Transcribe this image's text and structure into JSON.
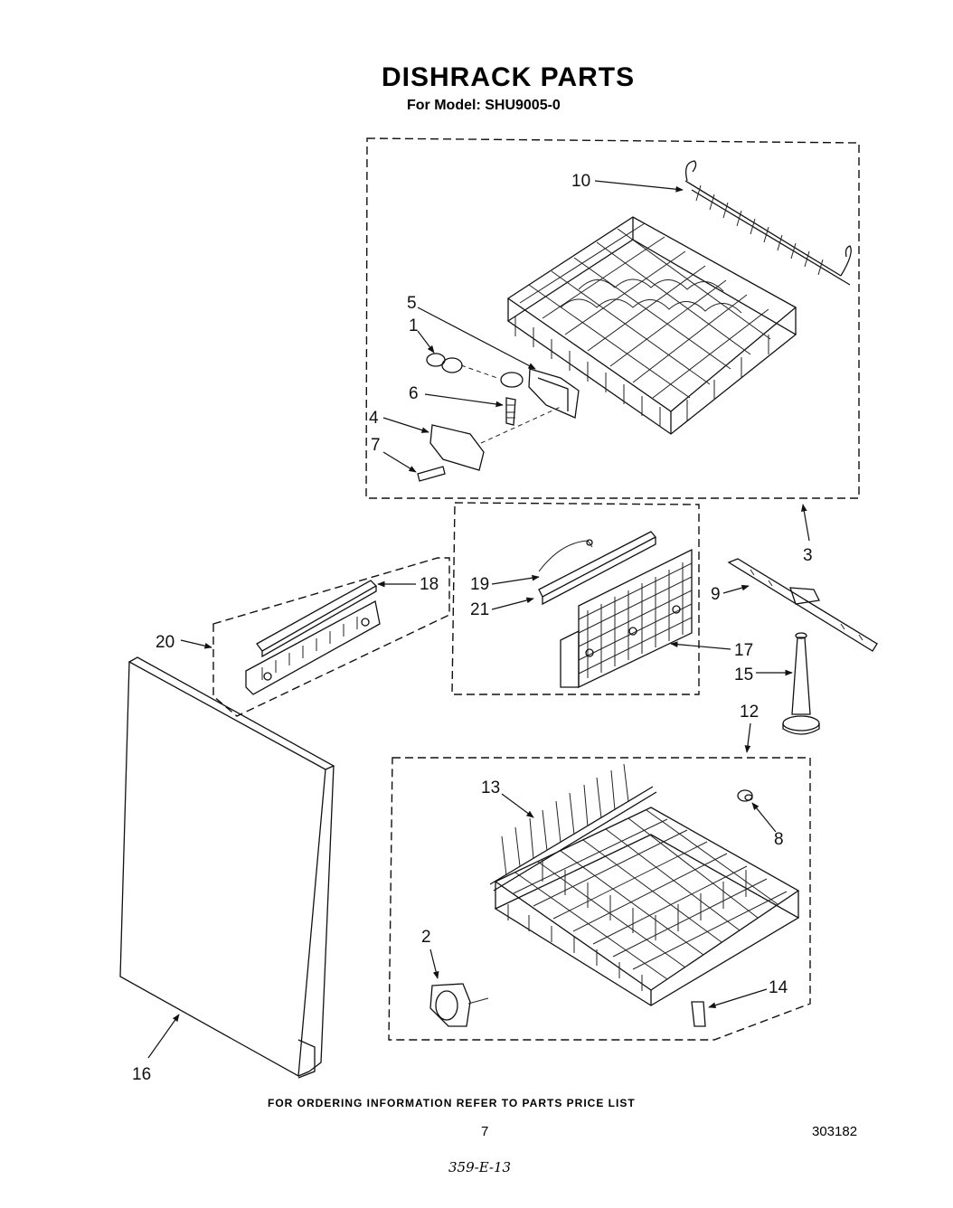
{
  "header": {
    "title": "DISHRACK PARTS",
    "subtitle": "For Model: SHU9005-0"
  },
  "callouts": {
    "c1": "1",
    "c2": "2",
    "c3": "3",
    "c4": "4",
    "c5": "5",
    "c6": "6",
    "c7": "7",
    "c8": "8",
    "c9": "9",
    "c10": "10",
    "c12": "12",
    "c13": "13",
    "c14": "14",
    "c15": "15",
    "c16": "16",
    "c17": "17",
    "c18": "18",
    "c19": "19",
    "c20": "20",
    "c21": "21"
  },
  "footer": {
    "ordering_note": "FOR ORDERING INFORMATION REFER TO PARTS PRICE LIST",
    "page_number": "7",
    "doc_number": "303182",
    "handwritten_code": "359-E-13"
  }
}
